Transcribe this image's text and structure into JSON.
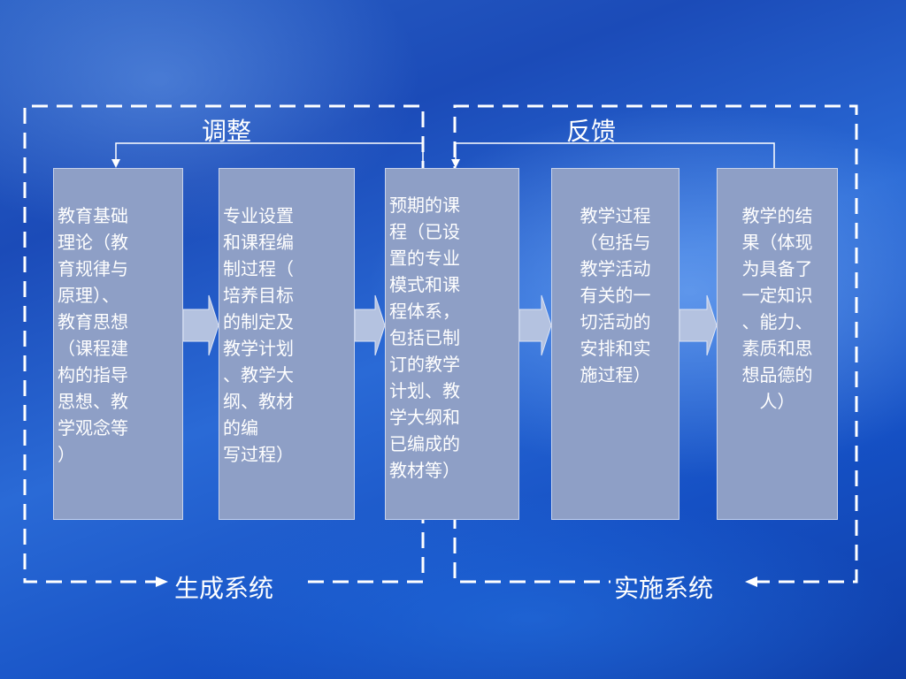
{
  "colors": {
    "box_fill": "#8e9fc6",
    "box_border": "#c8d3ec",
    "arrow_fill": "#b4c2e0",
    "line": "#ffffff",
    "text": "#ffffff"
  },
  "labels": {
    "adjust": "调整",
    "feedback": "反馈",
    "generation_system": "生成系统",
    "implementation_system": "实施系统"
  },
  "boxes": [
    {
      "text": "教育基础\n理论（教\n育规律与\n原理）、\n教育思想\n（课程建\n构的指导\n思想、教\n学观念等\n）"
    },
    {
      "text": "专业设置\n和课程编\n制过程（\n培养目标\n的制定及\n教学计划\n、教学大\n纲、教材\n的编\n写过程）"
    },
    {
      "text": "预期的课\n程（已设\n置的专业\n模式和课\n程体系，\n包括已制\n订的教学\n计划、教\n学大纲和\n已编成的\n教材等）"
    },
    {
      "text": "教学过程\n（包括与\n教学活动\n有关的一\n切活动的\n安排和实\n施过程）"
    },
    {
      "text": "教学的结\n果（体现\n为具备了\n一定知识\n、能力、\n素质和思\n想品德的\n人）"
    }
  ]
}
